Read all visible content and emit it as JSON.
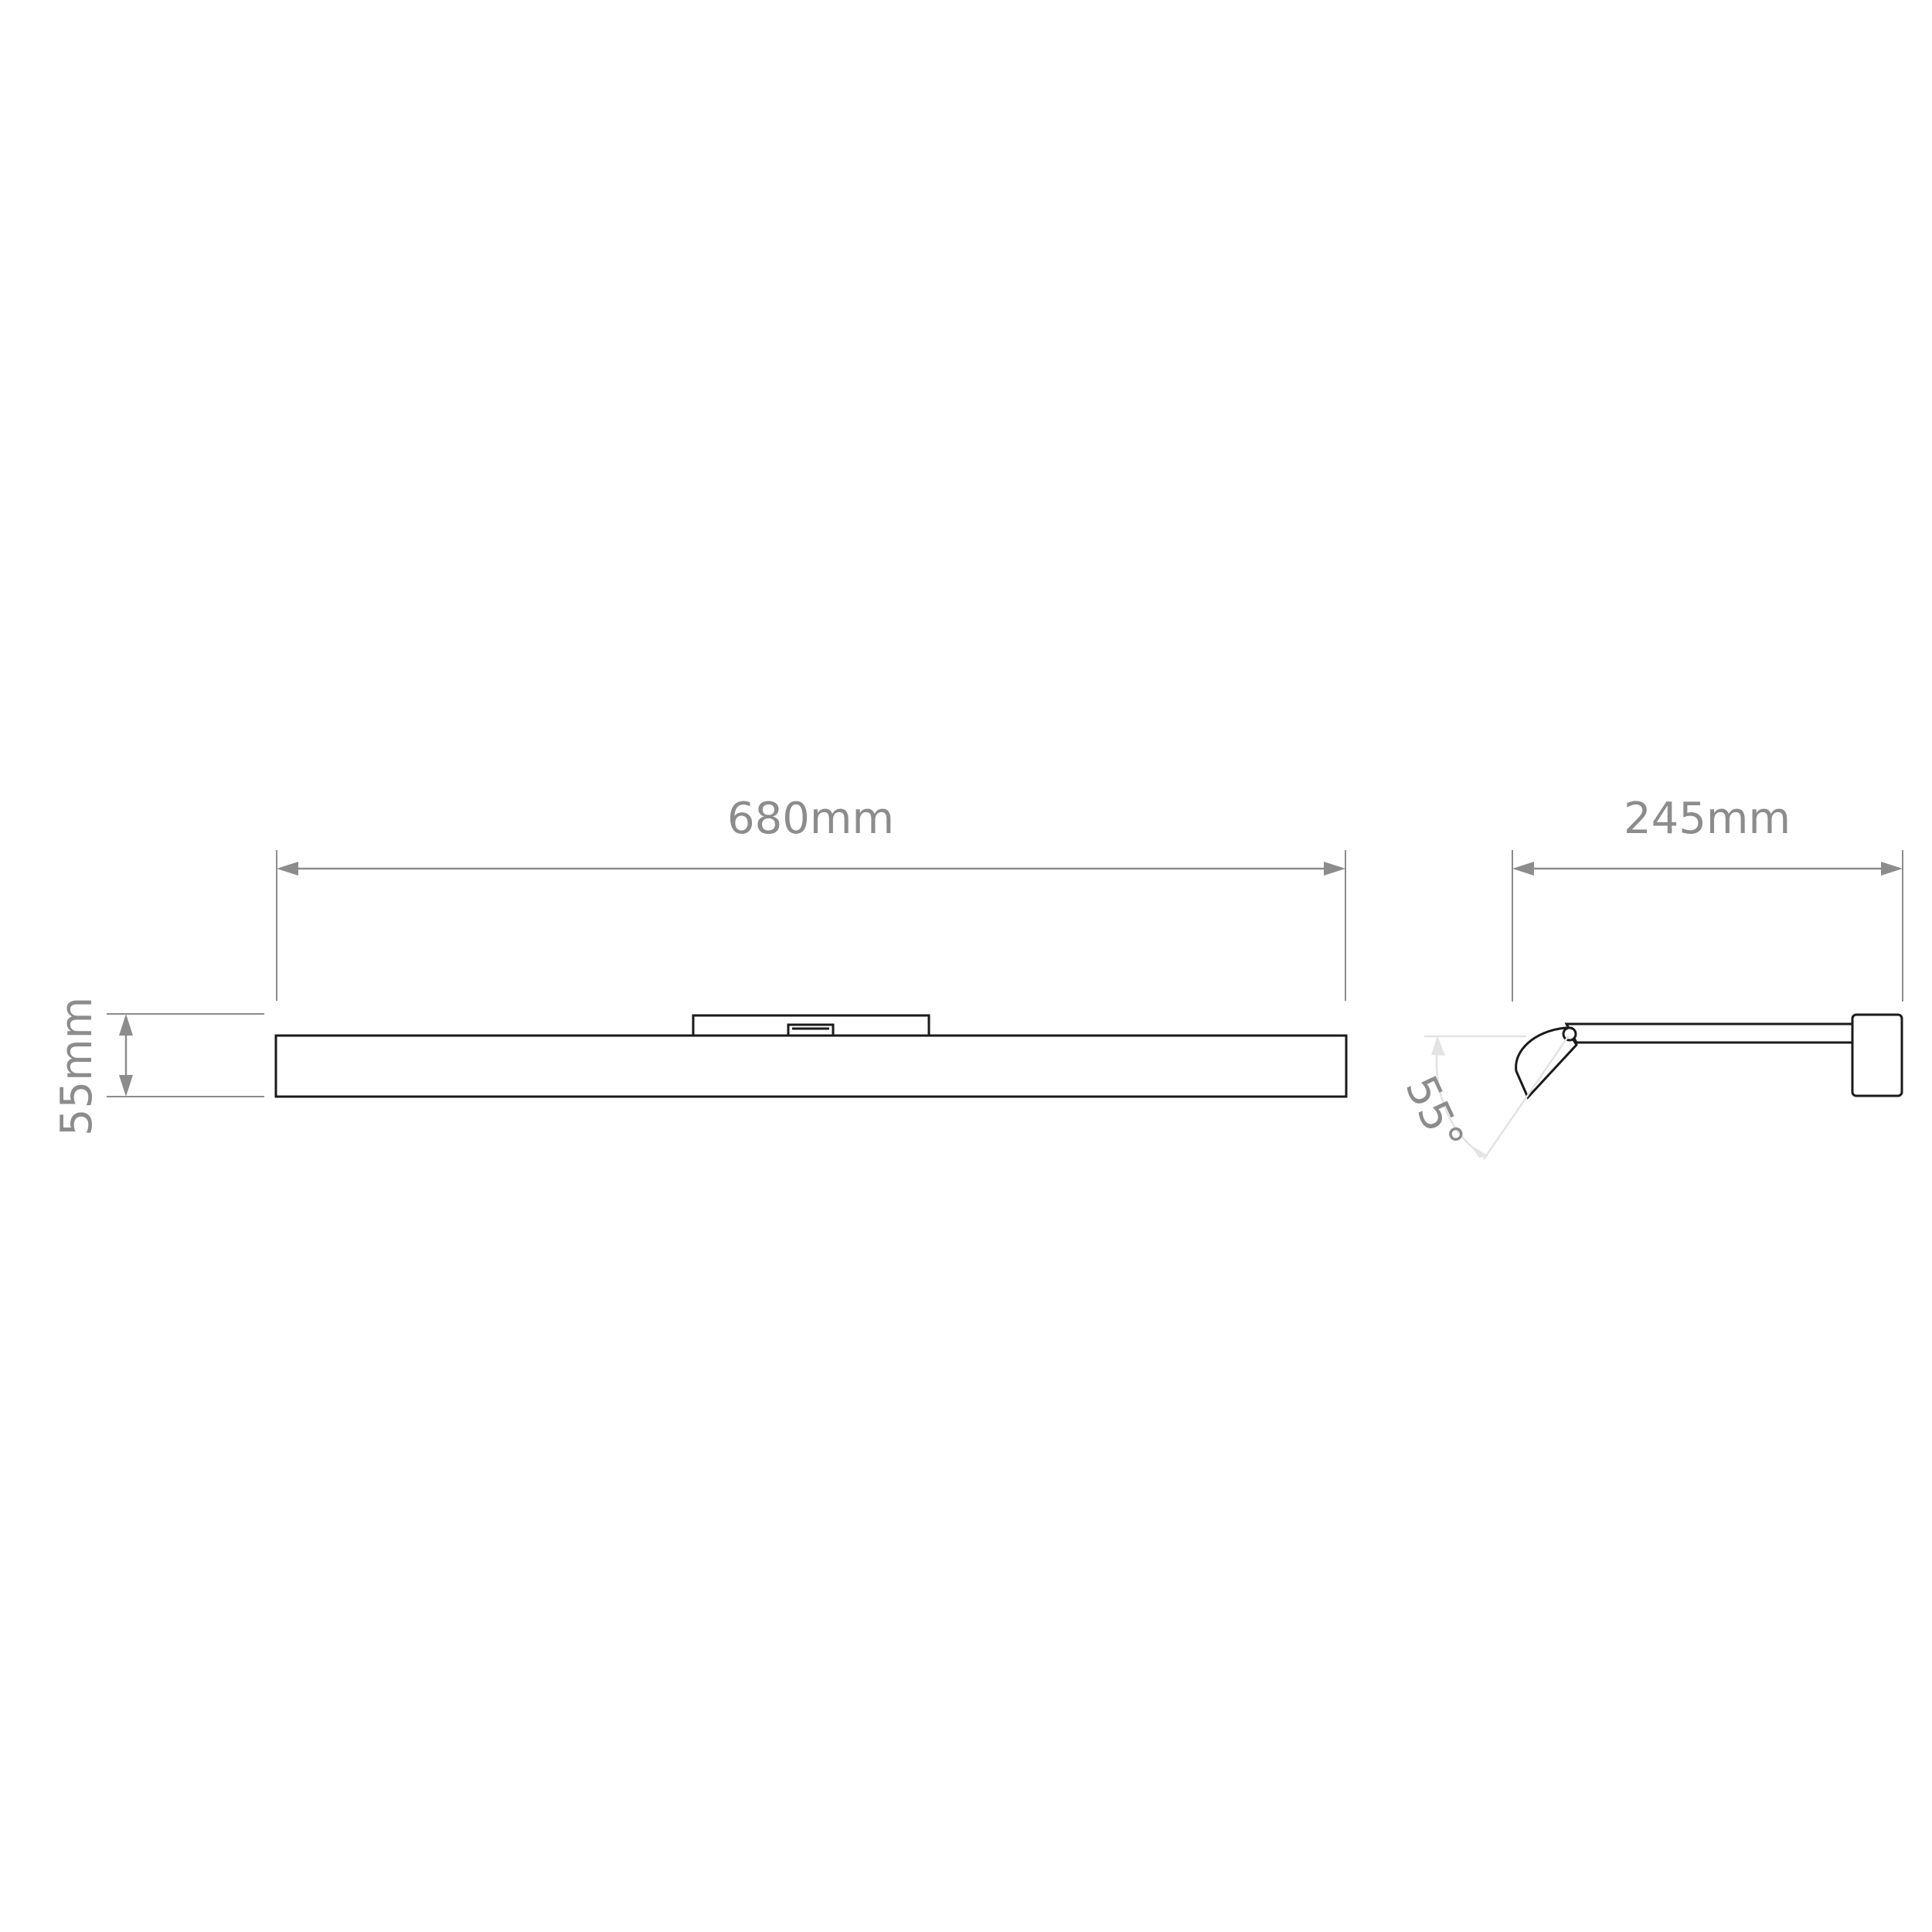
{
  "dimensions": {
    "width": "680mm",
    "height": "55mm",
    "projection": "245mm",
    "tilt_angle": "55°"
  },
  "colors": {
    "outline": "#1a1a1a",
    "dimension": "#8c8c8c",
    "angle_guide": "#e3e3e3",
    "background": "#ffffff"
  }
}
